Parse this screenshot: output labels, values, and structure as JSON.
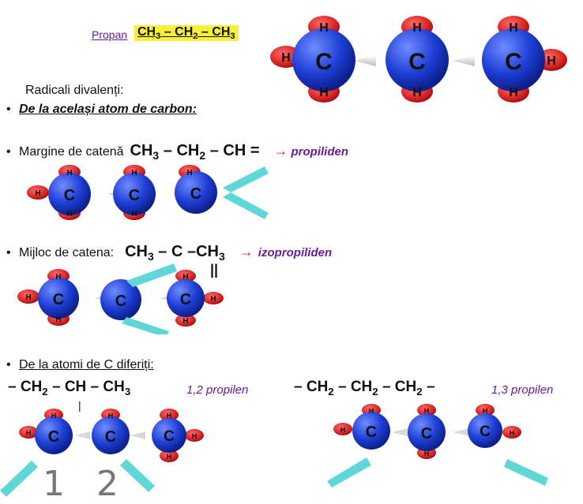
{
  "propan": {
    "label": "Propan",
    "formula": "CH3 – CH2 – CH3"
  },
  "radicali": {
    "heading": "Radicali divalenți:"
  },
  "sections": {
    "same_atom": "De la același atom de carbon:",
    "margine": {
      "label": "Margine de catenă",
      "formula": "CH3 – CH2 – CH =",
      "name": "propiliden"
    },
    "mijloc": {
      "label": "Mijloc de catena:",
      "formula": "CH3 – C –CH3",
      "double_bond": "||",
      "name": "izopropiliden"
    },
    "diferiti": "De la atomi de C diferiți:",
    "p12": {
      "formula": "– CH2 – CH – CH3",
      "name": "1,2 propilen",
      "bond_mark": "|"
    },
    "p13": {
      "formula": "– CH2 – CH2 – CH2 –",
      "name": "1,3 propilen"
    },
    "numbers": [
      "1",
      "2"
    ]
  },
  "atoms": {
    "carbon": "C",
    "hydrogen": "H"
  },
  "colors": {
    "carbon": "#1e3fd6",
    "hydrogen": "#d6201e",
    "arrow": "#5fd6d8",
    "highlight": "#f7ef3a",
    "purple": "#6a1b9a",
    "red": "#c62828"
  }
}
